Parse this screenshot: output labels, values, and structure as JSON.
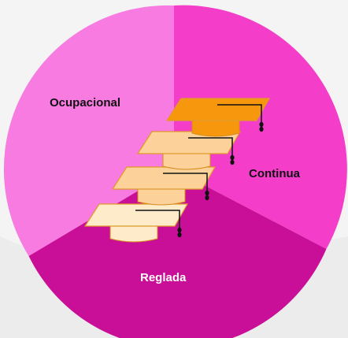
{
  "diagram": {
    "segments": [
      {
        "label": "Ocupacional",
        "color": "#f77be0"
      },
      {
        "label": "Continua",
        "color": "#f43dc8"
      },
      {
        "label": "Reglada",
        "color": "#c90f97"
      }
    ],
    "steps": [
      {
        "color": "#f7970e"
      },
      {
        "color": "#fdd29a"
      },
      {
        "color": "#fdd29a"
      },
      {
        "color": "#fdebc9"
      }
    ],
    "background": "#f4f4f4",
    "icon": "graduation-caps-staircase"
  }
}
